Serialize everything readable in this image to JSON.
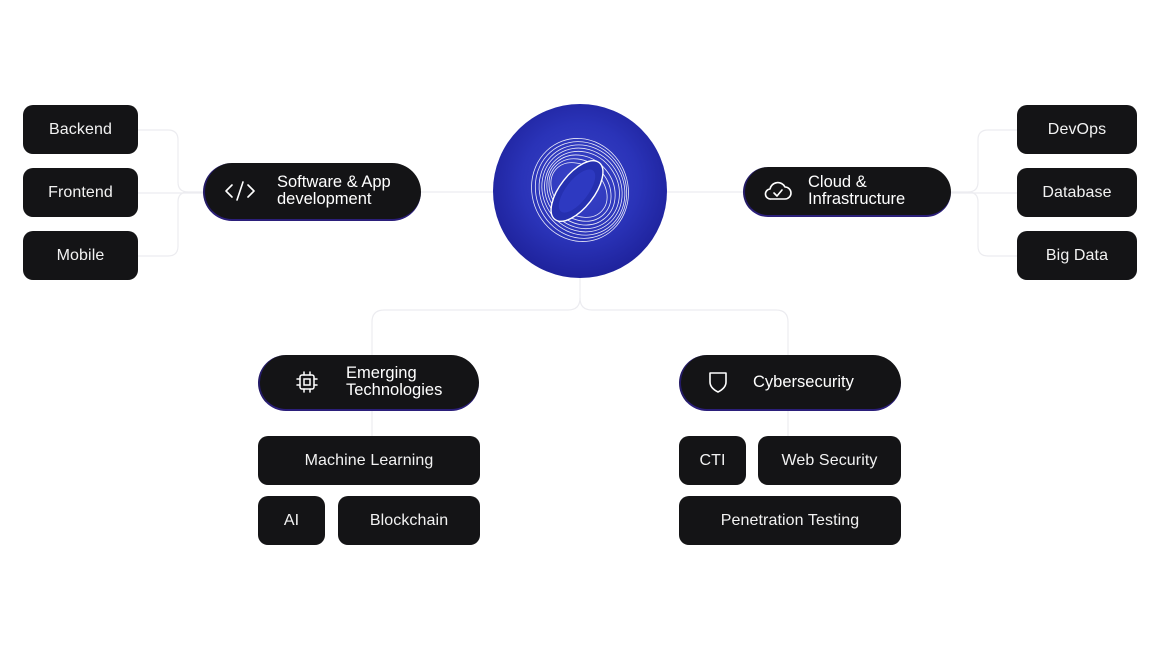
{
  "center": {
    "logo": "orbit-logo-icon"
  },
  "branches": {
    "software": {
      "label": "Software & App\ndevelopment",
      "icon": "code-icon",
      "items": [
        "Backend",
        "Frontend",
        "Mobile"
      ]
    },
    "cloud": {
      "label": "Cloud &\nInfrastructure",
      "icon": "cloud-check-icon",
      "items": [
        "DevOps",
        "Database",
        "Big Data"
      ]
    },
    "emerging": {
      "label": "Emerging\nTechnologies",
      "icon": "chip-icon",
      "items": [
        "Machine Learning",
        "AI",
        "Blockchain"
      ]
    },
    "cyber": {
      "label": "Cybersecurity",
      "icon": "shield-icon",
      "items": [
        "CTI",
        "Web Security",
        "Penetration Testing"
      ]
    }
  },
  "colors": {
    "chip_bg": "#141416",
    "hub": "#2a33b8",
    "connector": "#ececf0"
  }
}
